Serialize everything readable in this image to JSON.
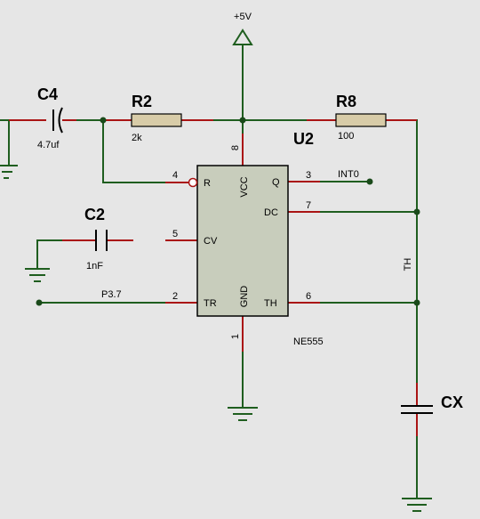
{
  "supply": {
    "label": "+5V"
  },
  "ic": {
    "ref": "U2",
    "part": "NE555",
    "pins": {
      "r": {
        "name": "R",
        "num": "4"
      },
      "vcc": {
        "name": "VCC",
        "num": "8"
      },
      "q": {
        "name": "Q",
        "num": "3"
      },
      "dc": {
        "name": "DC",
        "num": "7"
      },
      "cv": {
        "name": "CV",
        "num": "5"
      },
      "tr": {
        "name": "TR",
        "num": "2"
      },
      "gnd": {
        "name": "GND",
        "num": "1"
      },
      "th": {
        "name": "TH",
        "num": "6"
      }
    }
  },
  "components": {
    "c4": {
      "ref": "C4",
      "value": "4.7uf"
    },
    "r2": {
      "ref": "R2",
      "value": "2k"
    },
    "r8": {
      "ref": "R8",
      "value": "100"
    },
    "c2": {
      "ref": "C2",
      "value": "1nF"
    },
    "cx": {
      "ref": "CX"
    }
  },
  "nets": {
    "int0": "INT0",
    "p37": "P3.7",
    "th": "TH"
  },
  "colors": {
    "background": "#e6e6e6",
    "wire": "#1f5e1f",
    "pin": "#aa1414",
    "body_fill": "#c8cdbc",
    "resistor_fill": "#d8cca8",
    "outline": "#000000"
  }
}
